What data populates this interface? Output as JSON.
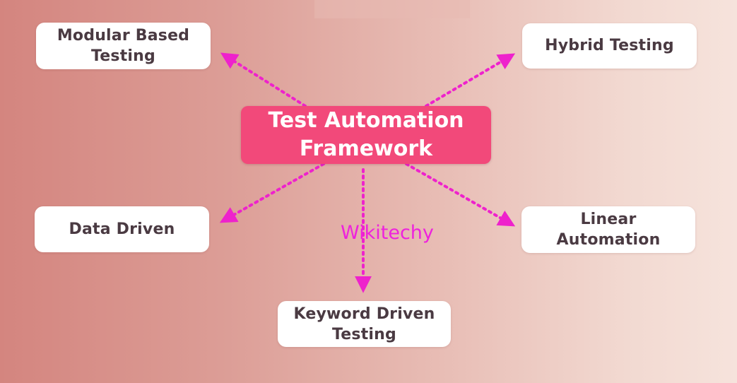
{
  "central": {
    "line1": "Test Automation",
    "line2": "Framework",
    "color": "#f2497a"
  },
  "nodes": {
    "modular": {
      "line1": "Modular Based",
      "line2": "Testing"
    },
    "hybrid": {
      "label": "Hybrid Testing"
    },
    "data_driven": {
      "label": "Data Driven"
    },
    "linear": {
      "line1": "Linear",
      "line2": "Automation"
    },
    "keyword": {
      "line1": "Keyword Driven",
      "line2": "Testing"
    }
  },
  "arrow_color": "#ee22cc",
  "watermark": "Wikitechy"
}
